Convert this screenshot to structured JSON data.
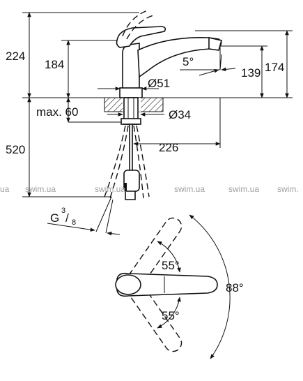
{
  "dimensions": {
    "total_height": "224",
    "spout_height": "184",
    "outlet_height": "139",
    "top_height": "174",
    "spout_angle": "5°",
    "base_diameter": "Ø51",
    "max_thickness": "max. 60",
    "hole_diameter": "Ø34",
    "hose_length": "520",
    "spout_reach": "226",
    "thread_prefix": "G",
    "thread_num": "3",
    "thread_den": "8"
  },
  "plan_view": {
    "angle_upper": "55°",
    "angle_lower": "55°",
    "angle_total": "88°"
  },
  "watermark": {
    "text": "swim.ua",
    "partial_left": "ua",
    "partial_right": "swim."
  }
}
